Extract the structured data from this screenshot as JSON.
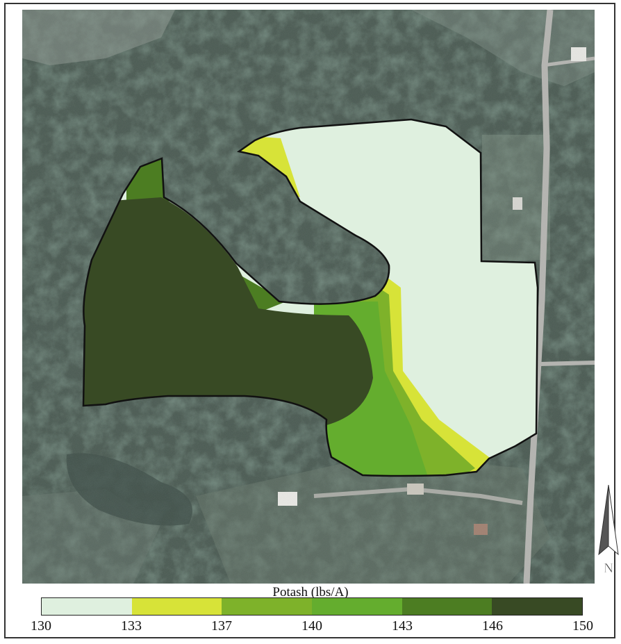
{
  "legend": {
    "title": "Potash (lbs/A)",
    "ticks": [
      "130",
      "133",
      "137",
      "140",
      "143",
      "146",
      "150"
    ],
    "colors": [
      "#dff0df",
      "#d7e338",
      "#7eb22a",
      "#64ad2e",
      "#4c7d22",
      "#384a24"
    ]
  },
  "north_arrow": {
    "label": "N",
    "icon": "north-arrow-icon"
  },
  "map": {
    "background": "aerial-imagery",
    "field_zone_colors": {
      "lowest": "#dff0df",
      "low": "#d7e338",
      "mid": "#7eb22a",
      "mid_high": "#4c7d22",
      "highest": "#384a24"
    }
  }
}
